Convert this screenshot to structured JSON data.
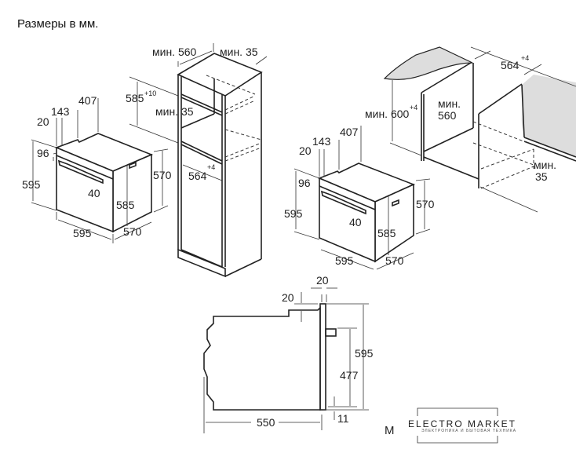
{
  "title": "Размеры в мм.",
  "oven_left": {
    "d407": "407",
    "d143": "143",
    "d20": "20",
    "d96": "96",
    "d595h": "595",
    "d40": "40",
    "d585": "585",
    "d570h": "570",
    "d595w": "595",
    "d570d": "570"
  },
  "tall_cabinet": {
    "min560": "мин. 560",
    "min35top": "мин. 35",
    "h585": "585",
    "h585_tol": "+10",
    "min35mid": "мин. 35",
    "w564": "564",
    "w564_tol": "+4"
  },
  "oven_right": {
    "d407": "407",
    "d143": "143",
    "d20": "20",
    "d96": "96",
    "d595h": "595",
    "d40": "40",
    "d585": "585",
    "d570h": "570",
    "d595w": "595",
    "d570d": "570"
  },
  "base_cabinet": {
    "min600": "мин. 600",
    "min600_tol": "+4",
    "min560_a": "мин.",
    "min560_b": "560",
    "w564": "564",
    "w564_tol": "+4",
    "min35_a": "мин.",
    "min35_b": "35"
  },
  "side_view": {
    "d20top": "20",
    "d20left": "20",
    "d595": "595",
    "d477": "477",
    "d11": "11",
    "d550": "550"
  },
  "watermark": {
    "letter": "M",
    "brand": "ELECTRO MARKET",
    "sub": "ЭЛЕКТРОНИКА И БЫТОВАЯ ТЕХНИКА"
  }
}
